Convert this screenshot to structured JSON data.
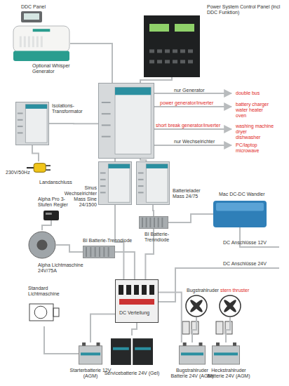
{
  "diagram": {
    "nodes": [
      {
        "text": [
          "DDC Panel"
        ]
      },
      {
        "text": [
          "Optional Whisper Generator"
        ]
      },
      {
        "text": [
          "Power System Control Panel (incl DDC Funktion)"
        ]
      },
      {
        "text": []
      },
      {
        "text": [
          "Isolations-Transformator"
        ]
      },
      {
        "text": [
          "230V/50Hz",
          "Landanschluss"
        ]
      },
      {
        "text": [
          "Sinus Wechselrichter Mass Sine 24/1500"
        ]
      },
      {
        "text": [
          "Batterielader Mass 24/75"
        ]
      },
      {
        "text": [
          "Alpha Pro 3-Stufen Regler"
        ]
      },
      {
        "text": [
          "BI Batterie-Trenndiode"
        ]
      },
      {
        "text": [
          "Mac DC-DC Wandler"
        ]
      },
      {
        "text": [
          "Alpha Lichtmaschine 24V/75A"
        ]
      },
      {
        "text": [
          "BI Batterie-Trenndiode"
        ]
      },
      {
        "text": [
          "Standard Lichtmaschine"
        ]
      },
      {
        "text": [
          "DC Verteilung"
        ]
      },
      {
        "text": [
          "Bugstrahlruder"
        ]
      },
      {
        "text": [
          "stern thruster"
        ]
      },
      {
        "text": [
          "Starterbatterie 12V (AGM)"
        ]
      },
      {
        "text": [
          "Servicebatterie 24V (Gel)"
        ]
      },
      {
        "text": [
          "Bugstrahlruder Batterie 24V (AGM)"
        ]
      },
      {
        "text": [
          "Heckstrahlruder Batterie 24V (AGM)"
        ]
      }
    ],
    "edges": [
      {
        "from": 1,
        "to": 3,
        "arrow": "none"
      },
      {
        "from": 2,
        "to": 3,
        "arrow": "none"
      },
      {
        "from": 4,
        "to": 3,
        "arrow": "none"
      },
      {
        "from": 5,
        "to": 4,
        "arrow": "none"
      },
      {
        "from": 3,
        "to": 6,
        "arrow": "none"
      },
      {
        "from": 3,
        "to": 7,
        "arrow": "none"
      },
      {
        "from": 7,
        "to": 9,
        "arrow": "none"
      },
      {
        "from": 6,
        "to": 14,
        "arrow": "none"
      },
      {
        "from": 9,
        "to": 14,
        "arrow": "none"
      },
      {
        "from": 8,
        "to": 11,
        "arrow": "none"
      },
      {
        "from": 11,
        "to": 12,
        "arrow": "none"
      },
      {
        "from": 12,
        "to": 14,
        "arrow": "none"
      },
      {
        "from": 13,
        "to": 17,
        "arrow": "none"
      },
      {
        "from": 14,
        "to": 18,
        "arrow": "none"
      },
      {
        "from": 14,
        "to": 17,
        "arrow": "none"
      },
      {
        "from": 15,
        "to": 19,
        "arrow": "none"
      },
      {
        "from": 16,
        "to": 20,
        "arrow": "none"
      },
      {
        "from": 14,
        "to": 19,
        "arrow": "none"
      },
      {
        "from": 9,
        "to": 10,
        "arrow": "none"
      }
    ],
    "labels": [
      "nur Generator",
      "power generator/inverter",
      "short break generator/inverter",
      "nur Wechselrichter",
      "double bus",
      "battery charger",
      "water heater",
      "oven",
      "washing machine",
      "dryer",
      "dishwasher",
      "PC/laptop",
      "microwave",
      "DC Anschlüsse 12V",
      "DC Anschlüsse 24V"
    ]
  }
}
